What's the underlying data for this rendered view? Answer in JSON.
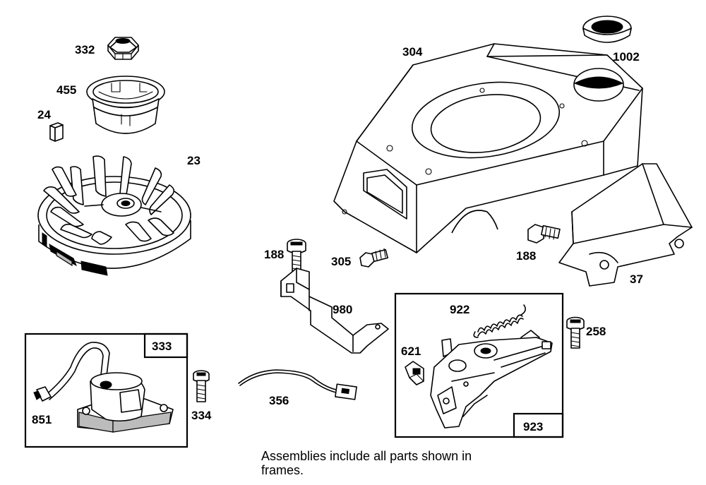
{
  "labels": {
    "p332": "332",
    "p455": "455",
    "p24": "24",
    "p23": "23",
    "p304": "304",
    "p1002": "1002",
    "p188a": "188",
    "p305": "305",
    "p188b": "188",
    "p37": "37",
    "p980": "980",
    "p922": "922",
    "p258": "258",
    "p621": "621",
    "p923": "923",
    "p333": "333",
    "p851": "851",
    "p334": "334",
    "p356": "356"
  },
  "note": {
    "line1": "Assemblies include all parts shown in",
    "line2": "frames."
  }
}
